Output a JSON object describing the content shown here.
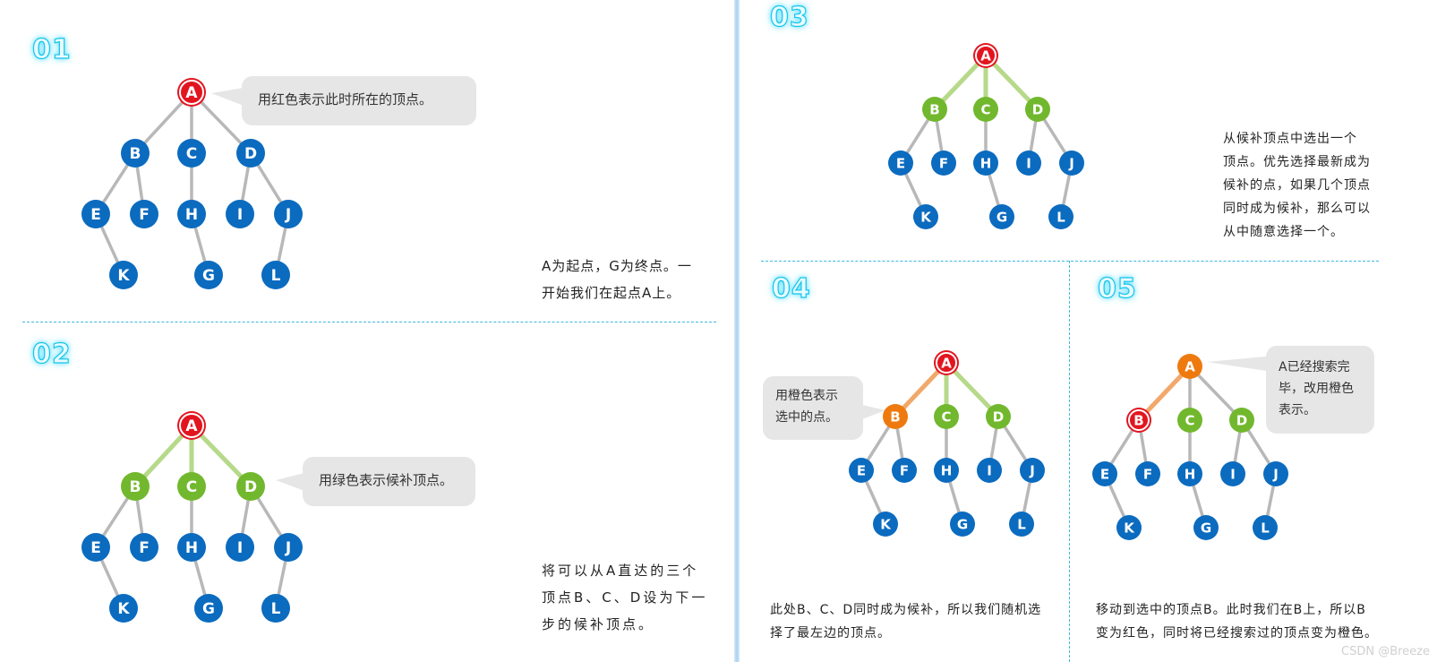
{
  "colors": {
    "blue": "#0b6bbf",
    "green": "#72b82e",
    "red": "#e2151f",
    "orange": "#ee7a0f",
    "edge_gray": "#b8b8b8",
    "edge_green": "#b6d98a",
    "edge_orange": "#f2a86a",
    "divider": "#3cb8e0"
  },
  "panels": {
    "p1": {
      "number": "01",
      "bubble": "用红色表示此时所在的顶点。",
      "desc_lines": [
        "A为起点，G为终点。一",
        "开始我们在起点A上。"
      ]
    },
    "p2": {
      "number": "02",
      "bubble": "用绿色表示候补顶点。",
      "desc_lines": [
        "将可以从A直达的三个",
        "顶点B、C、D设为下一",
        "步的候补顶点。"
      ]
    },
    "p3": {
      "number": "03",
      "desc_lines": [
        "从候补顶点中选出一个",
        "顶点。优先选择最新成为",
        "候补的点，如果几个顶点",
        "同时成为候补，那么可以",
        "从中随意选择一个。"
      ]
    },
    "p4": {
      "number": "04",
      "bubble_lines": [
        "用橙色表示",
        "选中的点。"
      ],
      "desc_lines": [
        "此处B、C、D同时成为候补，所以我们随机选",
        "择了最左边的顶点。"
      ]
    },
    "p5": {
      "number": "05",
      "bubble_lines": [
        "A已经搜索完",
        "毕，改用橙色",
        "表示。"
      ],
      "desc_lines": [
        "移动到选中的顶点B。此时我们在B上，所以B",
        "变为红色，同时将已经搜索过的顶点变为橙色。"
      ]
    }
  },
  "graph": {
    "nodes": [
      "A",
      "B",
      "C",
      "D",
      "E",
      "F",
      "H",
      "I",
      "J",
      "K",
      "G",
      "L"
    ],
    "edges": [
      [
        "A",
        "B"
      ],
      [
        "A",
        "C"
      ],
      [
        "A",
        "D"
      ],
      [
        "B",
        "E"
      ],
      [
        "B",
        "F"
      ],
      [
        "C",
        "H"
      ],
      [
        "D",
        "I"
      ],
      [
        "D",
        "J"
      ],
      [
        "E",
        "K"
      ],
      [
        "H",
        "G"
      ],
      [
        "J",
        "L"
      ]
    ]
  },
  "graph_states": {
    "p1": {
      "current": "A",
      "candidates": [],
      "searched": [],
      "selected": null
    },
    "p2": {
      "current": "A",
      "candidates": [
        "B",
        "C",
        "D"
      ],
      "searched": [],
      "selected": null
    },
    "p3": {
      "current": "A",
      "candidates": [
        "B",
        "C",
        "D"
      ],
      "searched": [],
      "selected": null
    },
    "p4": {
      "current": "A",
      "candidates": [
        "C",
        "D"
      ],
      "searched": [],
      "selected": "B"
    },
    "p5": {
      "current": "B",
      "candidates": [
        "C",
        "D"
      ],
      "searched": [
        "A"
      ],
      "selected": null
    }
  },
  "watermark": "CSDN @Breeze"
}
